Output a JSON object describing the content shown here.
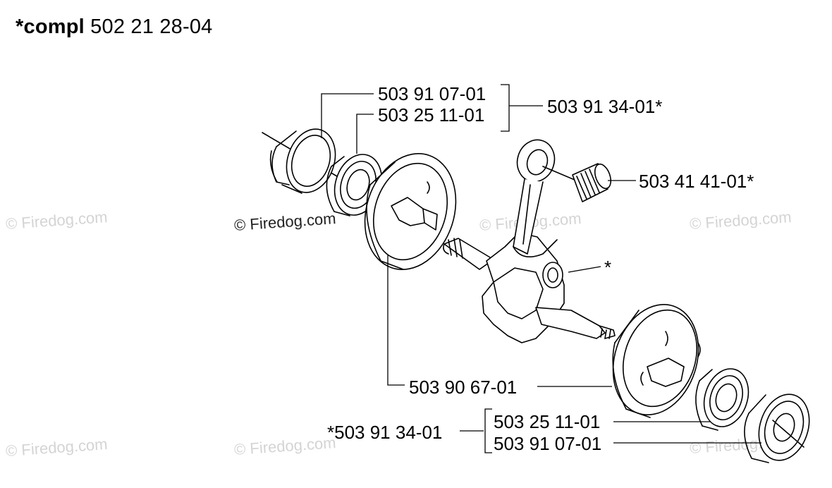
{
  "title": {
    "prefix": "*compl",
    "number": "502 21 28-04"
  },
  "labels": {
    "top_bearing_housing": "503 91 07-01",
    "top_bearing": "503 25 11-01",
    "top_kit": "503 91 34-01*",
    "needle_bearing": "503 41 41-01*",
    "crankshaft": "*",
    "flywheel": "503 90 67-01",
    "bottom_kit": "*503 91 34-01",
    "bottom_bearing": "503 25 11-01",
    "bottom_bearing_housing": "503 91 07-01"
  },
  "watermark": {
    "text": "© Firedog.com"
  }
}
